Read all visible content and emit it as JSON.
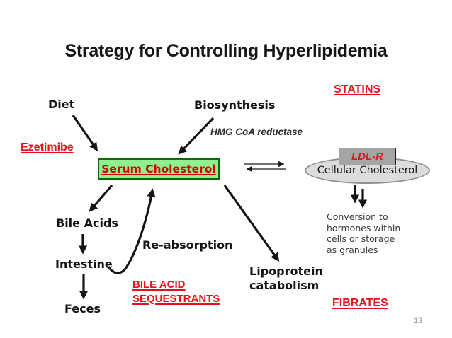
{
  "slide": {
    "title": "Strategy for Controlling Hyperlipidemia",
    "page_number": "13"
  },
  "nodes": {
    "diet": "Diet",
    "biosynthesis": "Biosynthesis",
    "hmg_coa_reductase": "HMG CoA reductase",
    "serum_cholesterol": "Serum Cholesterol",
    "ldl_r": "LDL-R",
    "cellular_cholesterol": "Cellular Cholesterol",
    "conversion_note": "Conversion to\nhormones within\ncells or storage\nas granules",
    "bile_acids": "Bile Acids",
    "intestine": "Intestine",
    "feces": "Feces",
    "reabsorption": "Re-absorption",
    "lipoprotein_catabolism": "Lipoprotein\ncatabolism"
  },
  "drugs": {
    "ezetimibe": "Ezetimibe",
    "statins": "STATINS",
    "bile_acid_sequestrants": "BILE ACID\nSEQUESTRANTS",
    "fibrates": "FIBRATES"
  },
  "colors": {
    "drug_red": "#e8111a",
    "serum_text_red": "#d40000",
    "serum_box_fill": "#8ef08e",
    "serum_box_border": "#0b6b0b",
    "ldl_box_fill": "#a5a5a5",
    "ellipse_fill": "#dcdcdc",
    "ellipse_border": "#8f8f8f",
    "arrow_black": "#141414",
    "note_text": "#383838",
    "page_number_gray": "#8f8f8f"
  }
}
